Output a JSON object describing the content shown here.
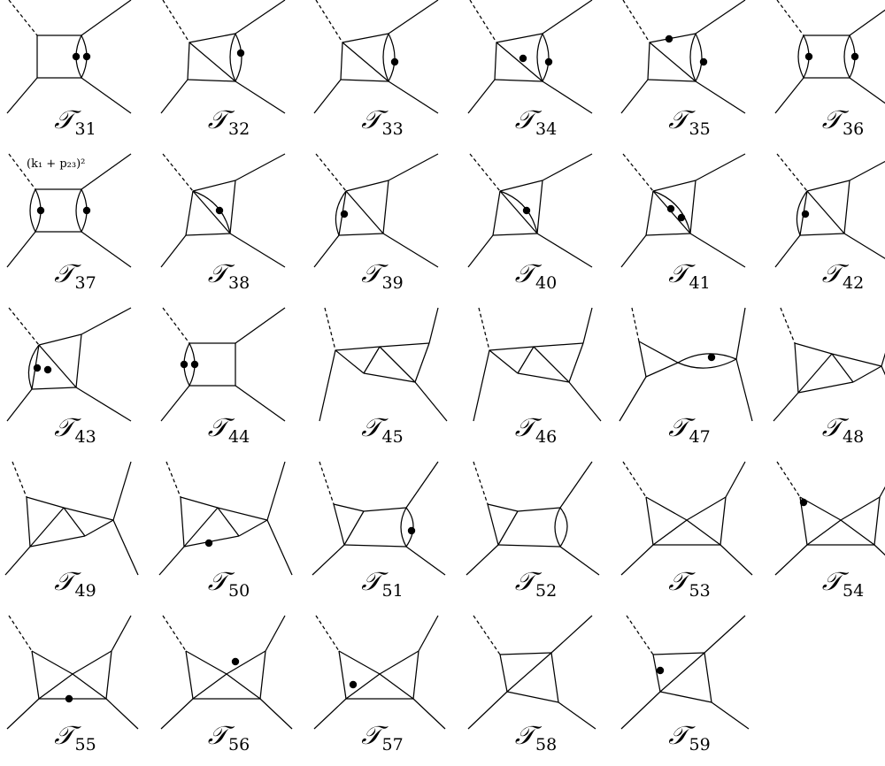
{
  "figure": {
    "diagrams": [
      {
        "id": "T31",
        "symbol": "𝒯",
        "index": "31",
        "type": "box-bubble-right",
        "dots": 2
      },
      {
        "id": "T32",
        "symbol": "𝒯",
        "index": "32",
        "type": "crossed-box-bubble-right",
        "dots": 1
      },
      {
        "id": "T33",
        "symbol": "𝒯",
        "index": "33",
        "type": "crossed-box-bubble-right",
        "dots": 1
      },
      {
        "id": "T34",
        "symbol": "𝒯",
        "index": "34",
        "type": "crossed-box-bubble-right",
        "dots": 2
      },
      {
        "id": "T35",
        "symbol": "𝒯",
        "index": "35",
        "type": "crossed-box-bubble-right",
        "dots": 2
      },
      {
        "id": "T36",
        "symbol": "𝒯",
        "index": "36",
        "type": "box-double-bubble",
        "dots": 2
      },
      {
        "id": "T37",
        "symbol": "𝒯",
        "index": "37",
        "type": "box-double-bubble",
        "dots": 2,
        "label": "(k₁ + p₂₃)²"
      },
      {
        "id": "T38",
        "symbol": "𝒯",
        "index": "38",
        "type": "kite-bubble-diagonal",
        "dots": 1
      },
      {
        "id": "T39",
        "symbol": "𝒯",
        "index": "39",
        "type": "kite-bubble-left",
        "dots": 1
      },
      {
        "id": "T40",
        "symbol": "𝒯",
        "index": "40",
        "type": "kite-bubble-diagonal",
        "dots": 1
      },
      {
        "id": "T41",
        "symbol": "𝒯",
        "index": "41",
        "type": "kite-bubble-diagonal",
        "dots": 2
      },
      {
        "id": "T42",
        "symbol": "𝒯",
        "index": "42",
        "type": "kite-bubble-left",
        "dots": 1
      },
      {
        "id": "T43",
        "symbol": "𝒯",
        "index": "43",
        "type": "kite-bubble-left",
        "dots": 2
      },
      {
        "id": "T44",
        "symbol": "𝒯",
        "index": "44",
        "type": "box-bubble-left",
        "dots": 2
      },
      {
        "id": "T45",
        "symbol": "𝒯",
        "index": "45",
        "type": "double-triangle",
        "dots": 0
      },
      {
        "id": "T46",
        "symbol": "𝒯",
        "index": "46",
        "type": "double-triangle",
        "dots": 0
      },
      {
        "id": "T47",
        "symbol": "𝒯",
        "index": "47",
        "type": "triangle-bubble-chain",
        "dots": 1
      },
      {
        "id": "T48",
        "symbol": "𝒯",
        "index": "48",
        "type": "double-triangle-left",
        "dots": 0
      },
      {
        "id": "T49",
        "symbol": "𝒯",
        "index": "49",
        "type": "double-triangle-left",
        "dots": 0
      },
      {
        "id": "T50",
        "symbol": "𝒯",
        "index": "50",
        "type": "double-triangle-left",
        "dots": 1
      },
      {
        "id": "T51",
        "symbol": "𝒯",
        "index": "51",
        "type": "triangle-box-bubble",
        "dots": 1
      },
      {
        "id": "T52",
        "symbol": "𝒯",
        "index": "52",
        "type": "triangle-box-bubble",
        "dots": 0
      },
      {
        "id": "T53",
        "symbol": "𝒯",
        "index": "53",
        "type": "bowtie",
        "dots": 0
      },
      {
        "id": "T54",
        "symbol": "𝒯",
        "index": "54",
        "type": "bowtie",
        "dots": 1
      },
      {
        "id": "T55",
        "symbol": "𝒯",
        "index": "55",
        "type": "bowtie",
        "dots": 1
      },
      {
        "id": "T56",
        "symbol": "𝒯",
        "index": "56",
        "type": "bowtie",
        "dots": 1
      },
      {
        "id": "T57",
        "symbol": "𝒯",
        "index": "57",
        "type": "bowtie",
        "dots": 1
      },
      {
        "id": "T58",
        "symbol": "𝒯",
        "index": "58",
        "type": "crossed-box",
        "dots": 0
      },
      {
        "id": "T59",
        "symbol": "𝒯",
        "index": "59",
        "type": "crossed-box",
        "dots": 1
      }
    ]
  }
}
